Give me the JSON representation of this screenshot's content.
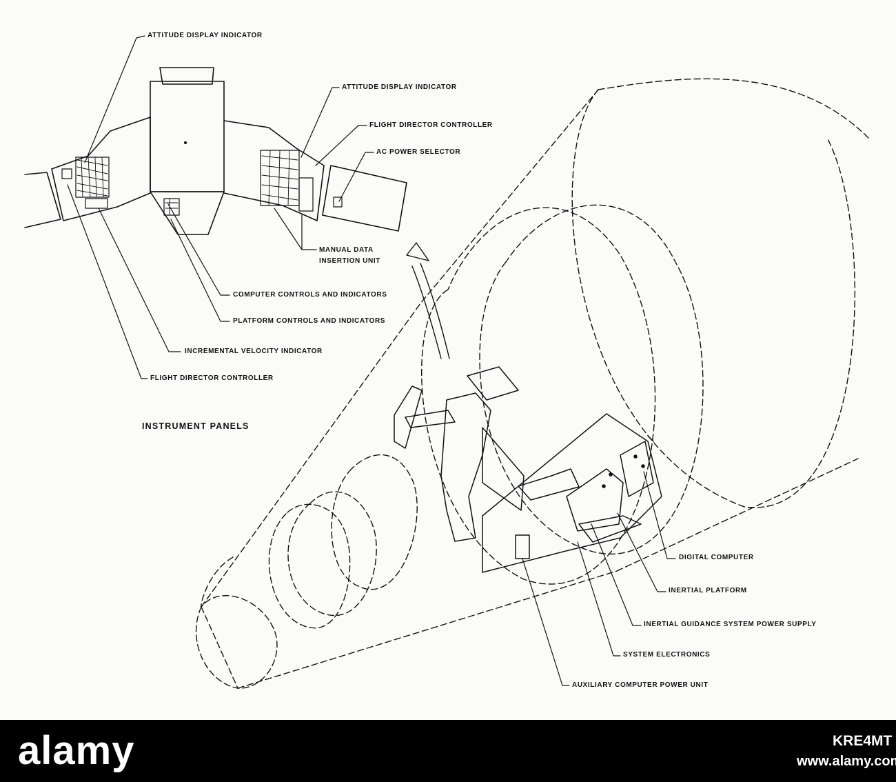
{
  "diagram": {
    "section_title": "INSTRUMENT PANELS",
    "labels": {
      "attitude_display_left": "ATTITUDE DISPLAY INDICATOR",
      "attitude_display_right": "ATTITUDE DISPLAY INDICATOR",
      "flight_director_controller_right": "FLIGHT DIRECTOR CONTROLLER",
      "ac_power_selector": "AC POWER SELECTOR",
      "manual_data_line1": "MANUAL DATA",
      "manual_data_line2": "INSERTION UNIT",
      "computer_controls": "COMPUTER CONTROLS AND INDICATORS",
      "platform_controls": "PLATFORM CONTROLS AND INDICATORS",
      "incremental_velocity": "INCREMENTAL VELOCITY INDICATOR",
      "flight_director_controller_left": "FLIGHT DIRECTOR CONTROLLER",
      "digital_computer": "DIGITAL COMPUTER",
      "inertial_platform": "INERTIAL PLATFORM",
      "igs_power_supply": "INERTIAL GUIDANCE SYSTEM POWER SUPPLY",
      "system_electronics": "SYSTEM ELECTRONICS",
      "aux_computer_power": "AUXILIARY COMPUTER POWER UNIT"
    }
  },
  "footer": {
    "brand": "alamy",
    "image_id": "KRE4MT",
    "site": "www.alamy.com",
    "background_color": "#000000",
    "text_color": "#ffffff"
  },
  "colors": {
    "ink": "#111111",
    "paper": "#fbfbf9"
  }
}
